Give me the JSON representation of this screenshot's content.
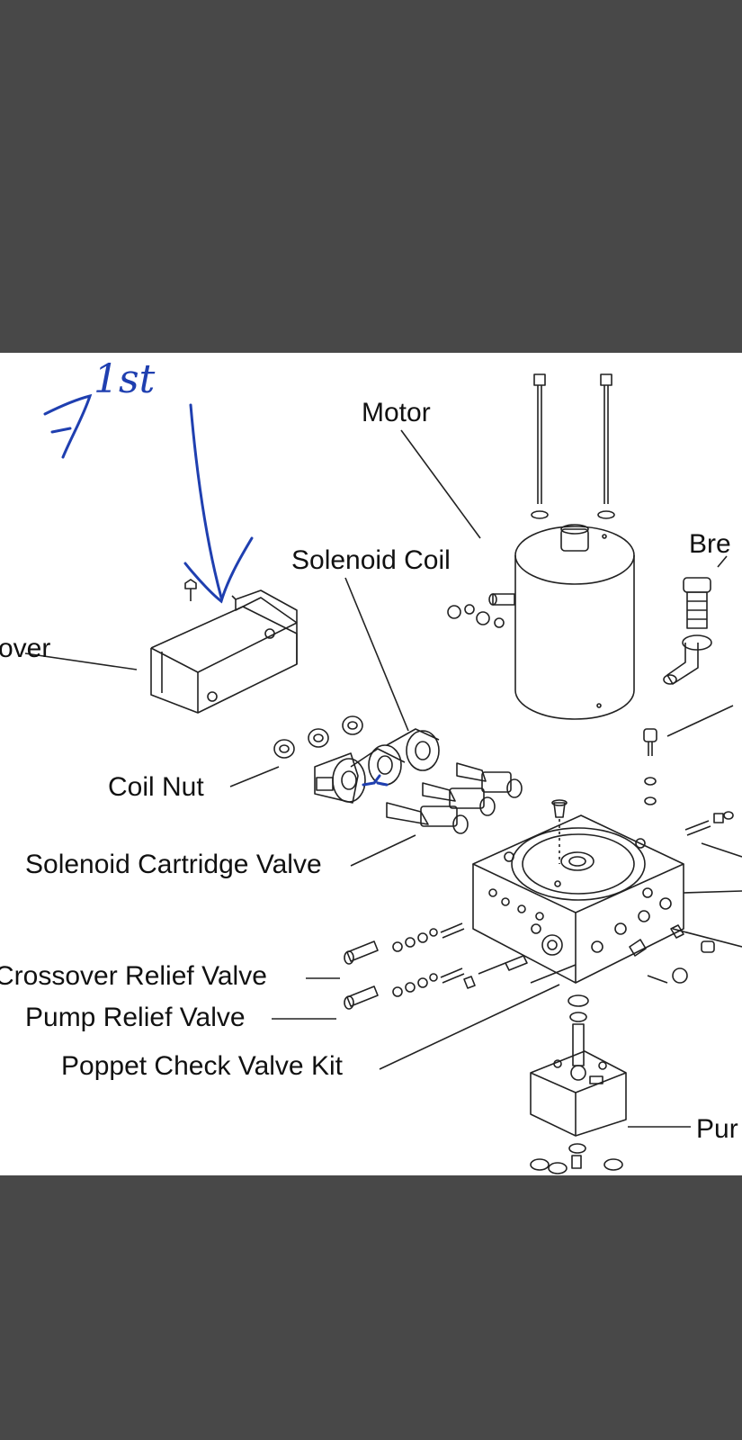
{
  "labels": {
    "motor": "Motor",
    "breather": "Bre",
    "solenoid_coil": "Solenoid Coil",
    "cover": "over",
    "coil_nut": "Coil Nut",
    "solenoid_cartridge_valve": "Solenoid Cartridge Valve",
    "crossover_relief_valve": "Crossover Relief Valve",
    "pump_relief_valve": "Pump Relief Valve",
    "poppet_check_valve_kit": "Poppet Check Valve Kit",
    "pump": "Pur"
  },
  "annotation": {
    "handwritten_text": "1st",
    "color": "#1f3fb0"
  },
  "colors": {
    "background": "#484848",
    "sheet": "#ffffff",
    "ink": "#111111"
  }
}
